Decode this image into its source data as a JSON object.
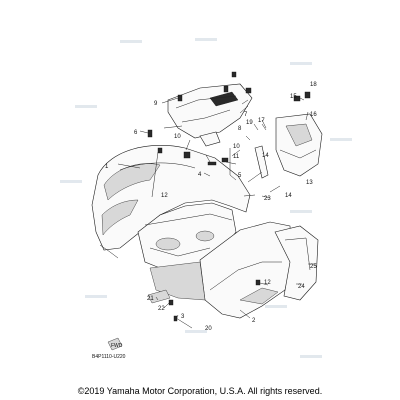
{
  "diagram": {
    "callouts": [
      {
        "id": "c1",
        "text": "1"
      },
      {
        "id": "c2",
        "text": "2"
      },
      {
        "id": "c3",
        "text": "3"
      },
      {
        "id": "c4",
        "text": "4"
      },
      {
        "id": "c5",
        "text": "5"
      },
      {
        "id": "c6",
        "text": "6"
      },
      {
        "id": "c7",
        "text": "7"
      },
      {
        "id": "c8",
        "text": "8"
      },
      {
        "id": "c9",
        "text": "9"
      },
      {
        "id": "c10",
        "text": "10"
      },
      {
        "id": "c10b",
        "text": "10"
      },
      {
        "id": "c11",
        "text": "11"
      },
      {
        "id": "c12",
        "text": "12"
      },
      {
        "id": "c12b",
        "text": "12"
      },
      {
        "id": "c13",
        "text": "13"
      },
      {
        "id": "c14",
        "text": "14"
      },
      {
        "id": "c14b",
        "text": "14"
      },
      {
        "id": "c15",
        "text": "15"
      },
      {
        "id": "c16",
        "text": "16"
      },
      {
        "id": "c17",
        "text": "17"
      },
      {
        "id": "c18",
        "text": "18"
      },
      {
        "id": "c19",
        "text": "19"
      },
      {
        "id": "c20",
        "text": "20"
      },
      {
        "id": "c21",
        "text": "21"
      },
      {
        "id": "c22",
        "text": "22"
      },
      {
        "id": "c23",
        "text": "23"
      },
      {
        "id": "c24",
        "text": "24"
      },
      {
        "id": "c25",
        "text": "25"
      }
    ],
    "figure_code": "B4P1110-U220",
    "copyright": "©2019 Yamaha Motor Corporation, U.S.A. All rights reserved."
  }
}
